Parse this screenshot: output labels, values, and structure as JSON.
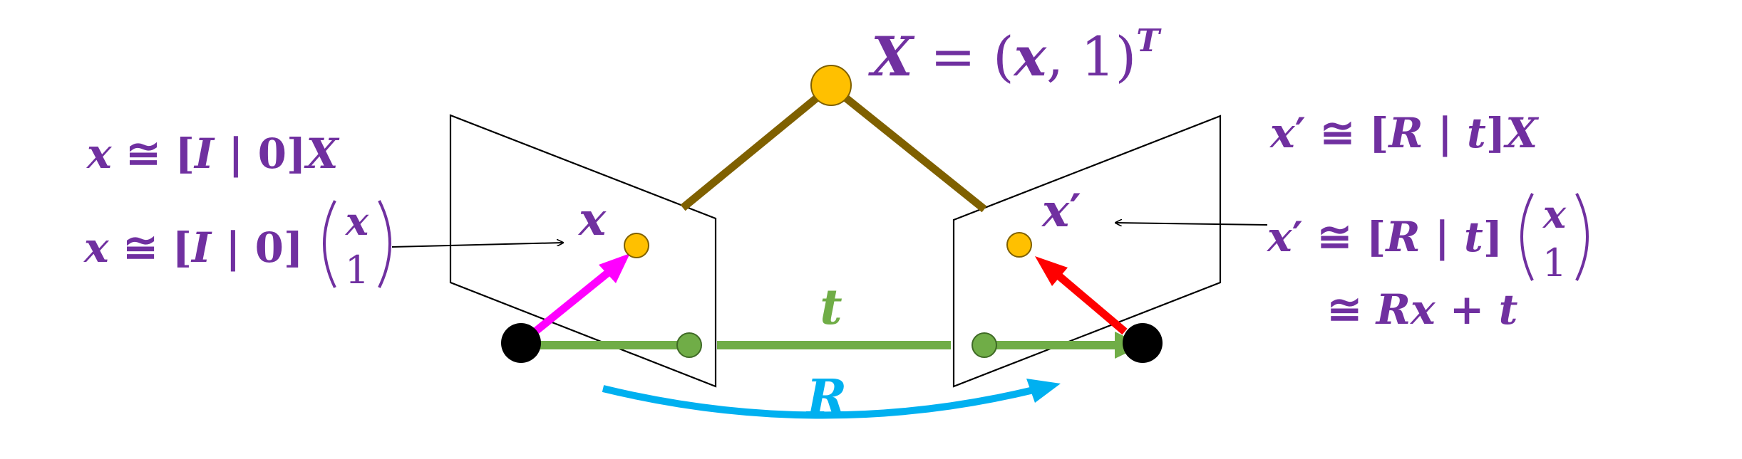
{
  "colors": {
    "purple": "#7030A0",
    "gold": "#FFC000",
    "brown": "#7F6000",
    "green": "#70AD47",
    "magenta": "#FF00FF",
    "red": "#FF0000",
    "cyan": "#00B0F0",
    "black": "#000000"
  },
  "point_label": {
    "X": "X",
    "eq": " = (",
    "x": "x",
    "tail": ", 1)",
    "sup": "T"
  },
  "left_eq1": {
    "x": "x",
    "cong": " ≅ [",
    "I": "I",
    "mid": " | 0]",
    "X": "X"
  },
  "left_eq2": {
    "x": "x",
    "cong": " ≅ [",
    "I": "I",
    "mid": " | 0]",
    "vec_top": "x",
    "vec_bottom": "1"
  },
  "right_eq1": {
    "x": "x",
    "prime": "′",
    "cong": " ≅ [",
    "R": "R",
    "bar": " | ",
    "t": "t",
    "close": "]",
    "X": "X"
  },
  "right_eq2": {
    "x": "x",
    "prime": "′",
    "cong": " ≅ [",
    "R": "R",
    "bar": " | ",
    "t": "t",
    "close": "]",
    "vec_top": "x",
    "vec_bottom": "1"
  },
  "right_eq3": {
    "cong": "≅ ",
    "R": "R",
    "x": "x",
    "plus": " + ",
    "t": "t"
  },
  "image_labels": {
    "left_x": "x",
    "right_x": "x",
    "right_prime": "′"
  },
  "baseline_label": "t",
  "rotation_label": "R"
}
